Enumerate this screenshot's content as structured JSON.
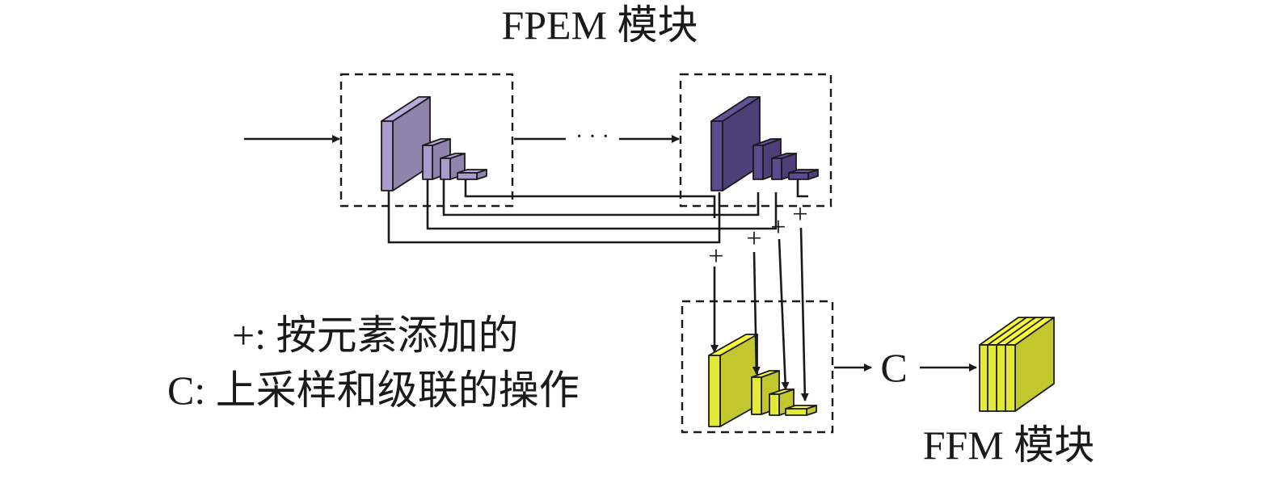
{
  "title": "FPEM 模块",
  "ellipsis": "· · ·",
  "plus_sign": "+",
  "concat_symbol": "C",
  "legend": {
    "plus_line": "+: 按元素添加的",
    "c_line": "C: 上采样和级联的操作"
  },
  "ffm_label": "FFM 模块",
  "colors": {
    "fpem_input_block": "#a99bcb",
    "fpem_output_block": "#5a4a8e",
    "ffm_block": "#e3ea35"
  }
}
